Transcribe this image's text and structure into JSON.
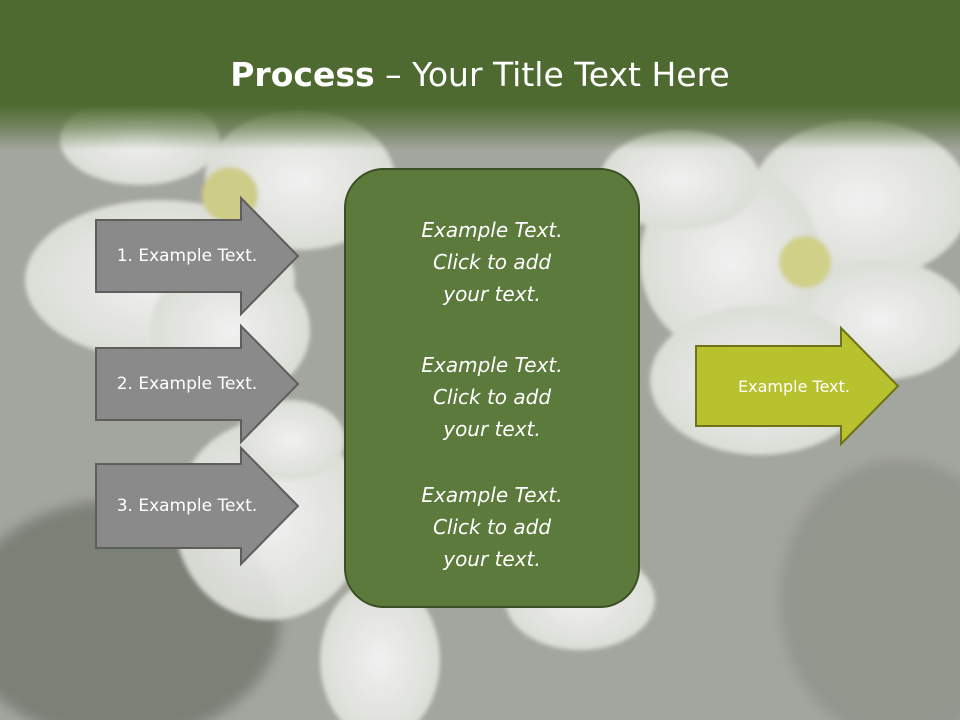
{
  "title": {
    "bold": "Process",
    "rest": " – Your Title Text Here"
  },
  "steps": [
    {
      "label": "1. Example Text."
    },
    {
      "label": "2. Example Text."
    },
    {
      "label": "3. Example Text."
    }
  ],
  "center_box": {
    "items": [
      {
        "line1": "Example Text.",
        "line2": "Click  to add",
        "line3": "your text."
      },
      {
        "line1": "Example Text.",
        "line2": "Click  to add",
        "line3": "your text."
      },
      {
        "line1": "Example Text.",
        "line2": "Click  to add",
        "line3": "your text."
      }
    ]
  },
  "output": {
    "label": "Example Text."
  },
  "colors": {
    "title_band": "#4f6a31",
    "center_box": "#5c7a3c",
    "step_arrow": "#8a8a8a",
    "output_arrow": "#b8c12e"
  }
}
